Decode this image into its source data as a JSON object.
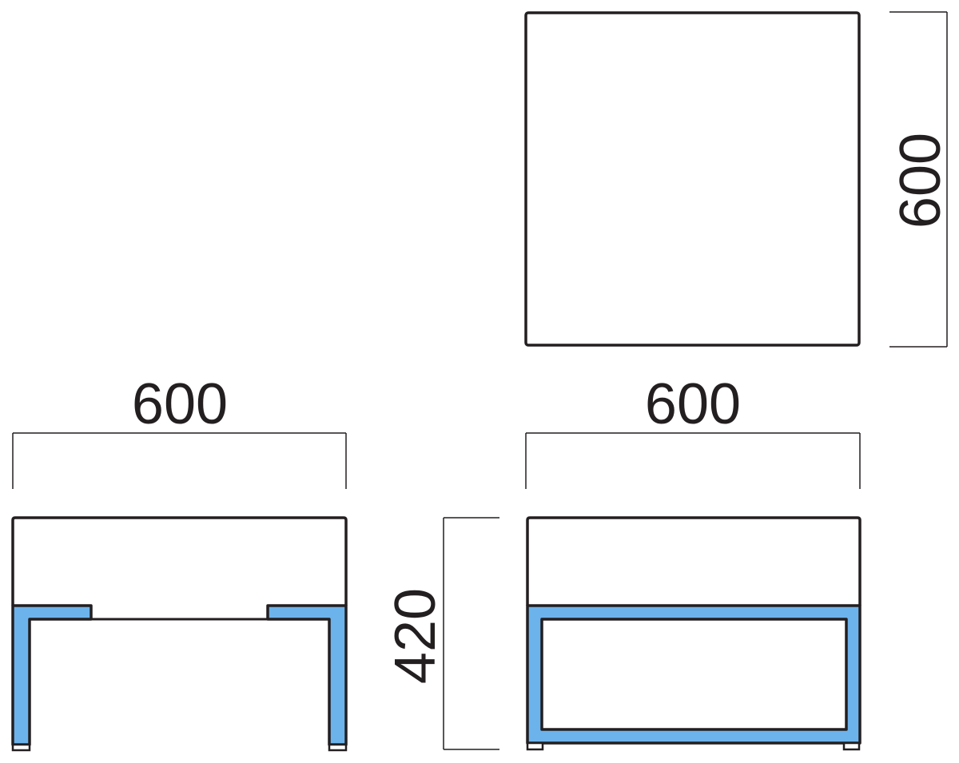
{
  "dimensions": {
    "top_view_depth": "600",
    "side_view_width": "600",
    "front_view_width": "600",
    "height": "420"
  },
  "colors": {
    "line": "#231f20",
    "frame": "#6cb3ec",
    "background": "#ffffff"
  }
}
